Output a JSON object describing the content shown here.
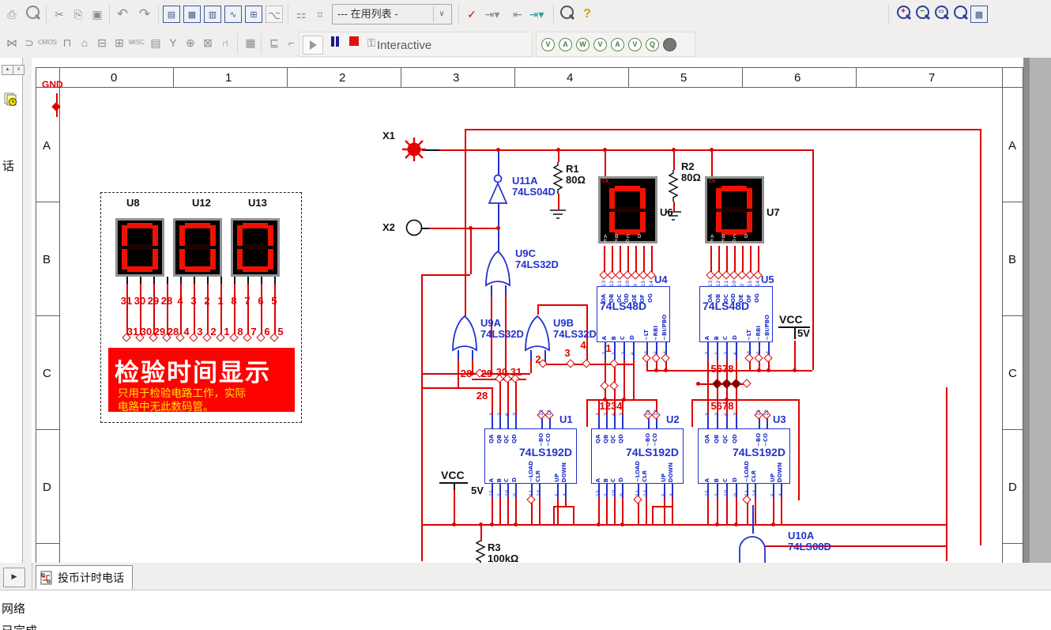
{
  "toolbar_main": {
    "in_use_list": "--- 在用列表 -",
    "icons": [
      "print",
      "print-preview",
      "cut",
      "copy",
      "paste",
      "undo",
      "redo",
      "design-toolbox-toggle",
      "grid-toggle",
      "spreadsheet-view-toggle",
      "grapher-toggle",
      "postprocessor-toggle",
      "hierarchy-toggle",
      "label-tool",
      "net-tool",
      "erc-check",
      "export-to-file",
      "back-annotate",
      "forward-annotate",
      "find",
      "help",
      "zoom-in",
      "zoom-out",
      "zoom-area",
      "zoom-fit",
      "zoom-fullscreen"
    ]
  },
  "toolbar_components": {
    "icons": [
      "source",
      "ttl",
      "cmos",
      "misc-digital",
      "mixed",
      "indicator",
      "power-component",
      "misc-component",
      "peripheral",
      "rf",
      "electromechanical",
      "connector",
      "mcu",
      "hierarchical-block",
      "bus"
    ]
  },
  "simulation": {
    "interactive_label": "Interactive",
    "probe_icons": [
      "voltage-probe",
      "current-probe",
      "power-probe",
      "differential-voltage-probe",
      "voltage-current-probe",
      "voltage-reference-probe",
      "digital-clock-probe",
      "probe-settings"
    ],
    "probe_letters": [
      "V",
      "A",
      "W",
      "V",
      "A",
      "V",
      "Q",
      ""
    ]
  },
  "design_toolbox": {
    "partial_label": "话"
  },
  "sheet": {
    "columns": [
      "0",
      "1",
      "2",
      "3",
      "4",
      "5",
      "6",
      "7"
    ],
    "rows": [
      "A",
      "B",
      "C",
      "D"
    ]
  },
  "tabs": {
    "active": "投币计时电话"
  },
  "status": {
    "line1": "网络",
    "line2": "已完成"
  },
  "circuit": {
    "annotation": {
      "title": "检验时间显示",
      "line1": "只用于检验电路工作，实际",
      "line2": "电路中无此数码管。"
    },
    "labels": {
      "gnd": "GND",
      "vcc": "VCC",
      "v5": "5V",
      "x1": "X1",
      "x2": "X2",
      "u1": "U1",
      "u2": "U2",
      "u3": "U3",
      "u4": "U4",
      "u5": "U5",
      "u6": "U6",
      "u7": "U7",
      "u8": "U8",
      "u12": "U12",
      "u13": "U13",
      "u9a": "U9A",
      "u9b": "U9B",
      "u9c": "U9C",
      "u10a": "U10A",
      "u11a": "U11A",
      "or_part": "74LS32D",
      "not_part": "74LS04D",
      "and_part": "74LS08D",
      "decoder_part": "74LS48D",
      "counter_part": "74LS192D",
      "r1": "R1",
      "r1_val": "80Ω",
      "r2": "R2",
      "r2_val": "80Ω",
      "r3": "R3",
      "r3_val": "100kΩ",
      "ck": "CK",
      "seg_letters": "A B C D E F G"
    },
    "nets": {
      "display_row1": [
        "31",
        "30",
        "29",
        "28",
        "4",
        "3",
        "2",
        "1",
        "8",
        "7",
        "6",
        "5"
      ],
      "display_row2": [
        "31",
        "30",
        "29",
        "28",
        "4",
        "3",
        "2",
        "1",
        "8",
        "7",
        "6",
        "5"
      ],
      "mesh": {
        "n28a": "28",
        "n29": "29",
        "n30": "30",
        "n31": "31",
        "n2": "2",
        "n3": "3",
        "n4": "4",
        "n1": "1",
        "n28b": "28",
        "n1234": "1234",
        "n5678a": "5678",
        "n5678b": "5678"
      }
    },
    "pins": {
      "seg_out_nums": [
        "13",
        "12",
        "11",
        "10",
        "9",
        "15",
        "14"
      ],
      "dec_out_names": [
        "OA",
        "OB",
        "OC",
        "OD",
        "OE",
        "OF",
        "OG"
      ],
      "dec_in_names": [
        "A",
        "B",
        "C",
        "D"
      ],
      "dec_in_nums": [
        "7",
        "1",
        "2",
        "6"
      ],
      "dec_aux_names": [
        "~LT",
        "~RBI",
        "~BI/PBO"
      ],
      "dec_aux_nums": [
        "3",
        "5",
        "4"
      ],
      "cnt_out_names": [
        "QA",
        "QB",
        "QC",
        "QD"
      ],
      "cnt_out_nums": [
        "3",
        "2",
        "6",
        "7"
      ],
      "cnt_carry_names": [
        "~BO",
        "~CO"
      ],
      "cnt_carry_nums": [
        "13",
        "12"
      ],
      "cnt_in_names": [
        "A",
        "B",
        "C",
        "D"
      ],
      "cnt_in_nums": [
        "15",
        "1",
        "10",
        "9"
      ],
      "cnt_ctl_names": [
        "~LOAD",
        "CLR"
      ],
      "cnt_ctl_nums": [
        "11",
        "14"
      ],
      "cnt_ud_names": [
        "UP",
        "DOWN"
      ],
      "cnt_ud_nums": [
        "5",
        "4"
      ]
    }
  }
}
